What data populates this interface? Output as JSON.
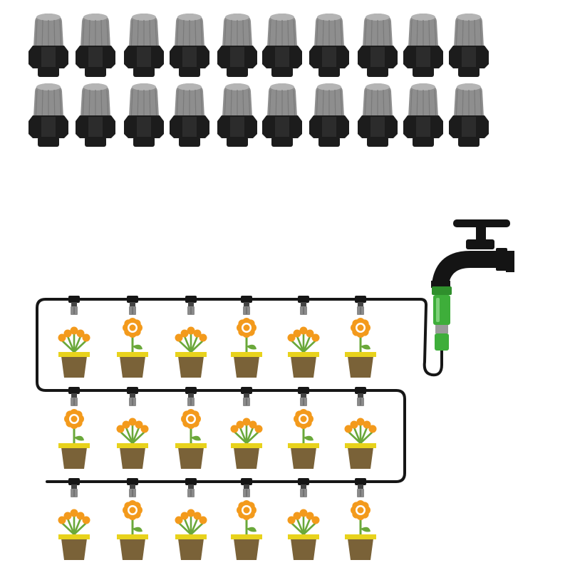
{
  "product": {
    "nozzle_rows": 2,
    "nozzle_cols": 10,
    "cap_color": "#8e8e8e",
    "cap_top_color": "#b4b4b4",
    "body_color": "#1c1c1c"
  },
  "diagram": {
    "pipe_color": "#161616",
    "faucet_color": "#141414",
    "connector_color": "#3eae3a",
    "petal_color": "#f39a1c",
    "flower_center_color": "#ffffff",
    "pot_color": "#7a6238",
    "pot_rim_color": "#e8d21c",
    "stem_color": "#6aa83a",
    "plant_rows": [
      [
        "cluster",
        "flower",
        "cluster",
        "flower",
        "cluster",
        "flower"
      ],
      [
        "flower",
        "cluster",
        "flower",
        "cluster",
        "flower",
        "cluster"
      ],
      [
        "cluster",
        "flower",
        "cluster",
        "flower",
        "cluster",
        "flower"
      ]
    ]
  }
}
